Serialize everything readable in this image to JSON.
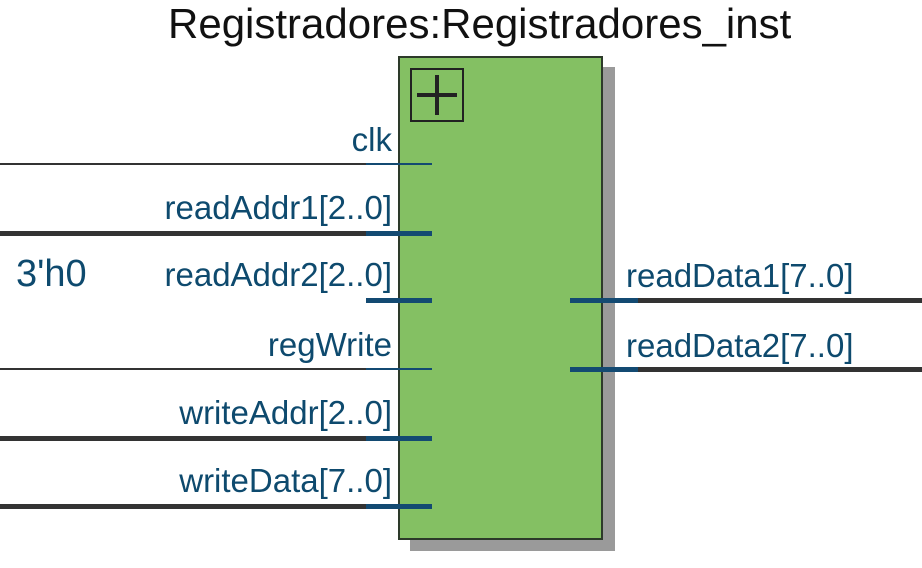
{
  "block": {
    "title": "Registradores:Registradores_inst",
    "fill_color": "#84c063",
    "label_color": "#0e4a6e",
    "wire_color": "#333333"
  },
  "constant": {
    "value": "3'h0"
  },
  "inputs": [
    {
      "id": "clk",
      "label": "clk",
      "bus": false
    },
    {
      "id": "readAddr1",
      "label": "readAddr1[2..0]",
      "bus": true
    },
    {
      "id": "readAddr2",
      "label": "readAddr2[2..0]",
      "bus": true
    },
    {
      "id": "regWrite",
      "label": "regWrite",
      "bus": false
    },
    {
      "id": "writeAddr",
      "label": "writeAddr[2..0]",
      "bus": true
    },
    {
      "id": "writeData",
      "label": "writeData[7..0]",
      "bus": true
    }
  ],
  "outputs": [
    {
      "id": "readData1",
      "label": "readData1[7..0]",
      "bus": true
    },
    {
      "id": "readData2",
      "label": "readData2[7..0]",
      "bus": true
    }
  ],
  "icons": {
    "expand": "plus-icon"
  }
}
